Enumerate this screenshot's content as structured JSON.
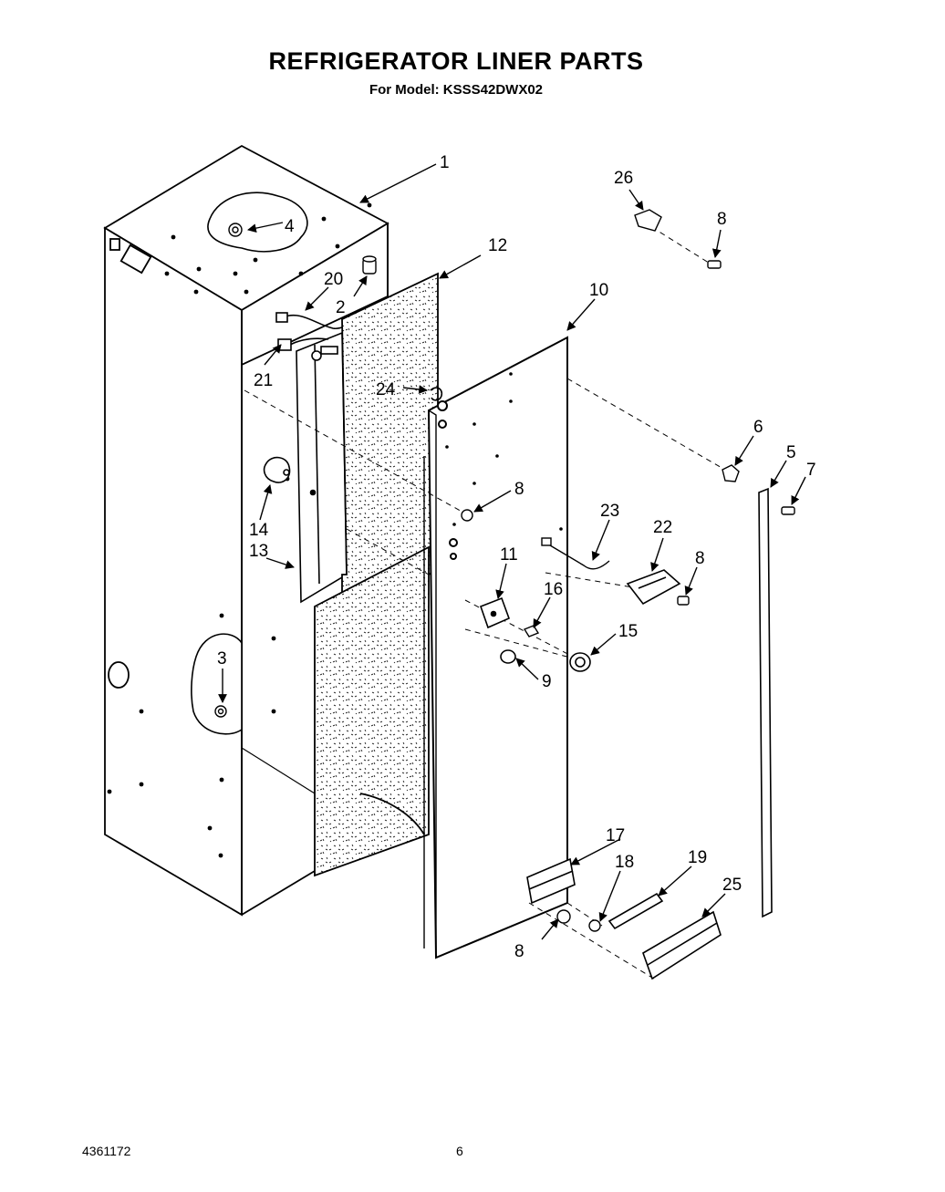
{
  "header": {
    "title": "REFRIGERATOR LINER PARTS",
    "subtitle": "For Model: KSSS42DWX02"
  },
  "footer": {
    "part_number": "4361172",
    "page_number": "6"
  },
  "callouts": [
    {
      "id": "c1",
      "label": "1"
    },
    {
      "id": "c2",
      "label": "2"
    },
    {
      "id": "c3",
      "label": "3"
    },
    {
      "id": "c4",
      "label": "4"
    },
    {
      "id": "c5",
      "label": "5"
    },
    {
      "id": "c6",
      "label": "6"
    },
    {
      "id": "c7",
      "label": "7"
    },
    {
      "id": "c8a",
      "label": "8"
    },
    {
      "id": "c8b",
      "label": "8"
    },
    {
      "id": "c8c",
      "label": "8"
    },
    {
      "id": "c8d",
      "label": "8"
    },
    {
      "id": "c9",
      "label": "9"
    },
    {
      "id": "c10",
      "label": "10"
    },
    {
      "id": "c11",
      "label": "11"
    },
    {
      "id": "c12",
      "label": "12"
    },
    {
      "id": "c13",
      "label": "13"
    },
    {
      "id": "c14",
      "label": "14"
    },
    {
      "id": "c15",
      "label": "15"
    },
    {
      "id": "c16",
      "label": "16"
    },
    {
      "id": "c17",
      "label": "17"
    },
    {
      "id": "c18",
      "label": "18"
    },
    {
      "id": "c19",
      "label": "19"
    },
    {
      "id": "c20",
      "label": "20"
    },
    {
      "id": "c21",
      "label": "21"
    },
    {
      "id": "c22",
      "label": "22"
    },
    {
      "id": "c23",
      "label": "23"
    },
    {
      "id": "c24",
      "label": "24"
    },
    {
      "id": "c25",
      "label": "25"
    },
    {
      "id": "c26",
      "label": "26"
    }
  ]
}
